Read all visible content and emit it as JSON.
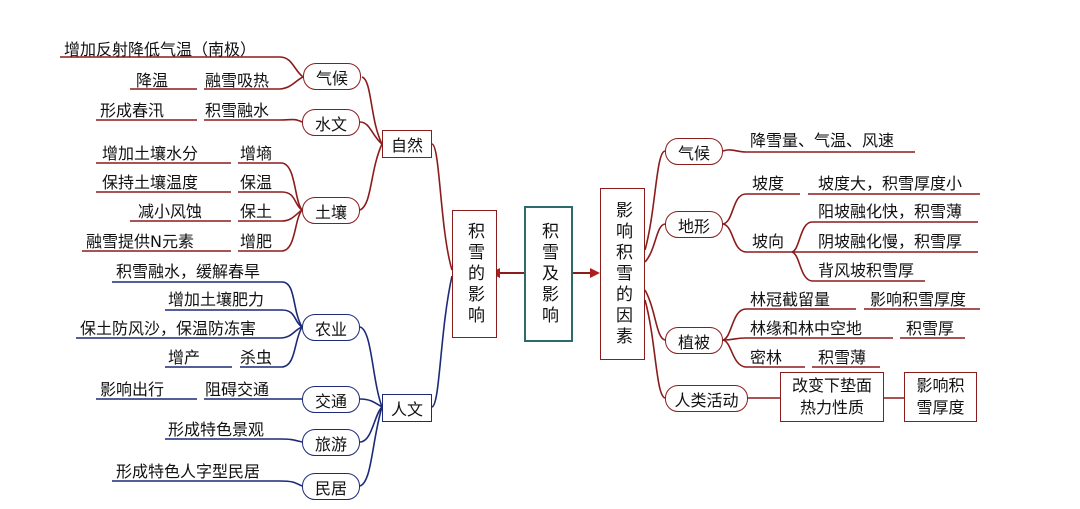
{
  "center": "积雪及影响",
  "left_main": "积雪的影响",
  "right_main": "影响积雪的因素",
  "nature": {
    "label": "自然",
    "climate": {
      "label": "气候",
      "items": [
        "增加反射降低气温（南极）",
        "降温",
        "融雪吸热"
      ]
    },
    "hydro": {
      "label": "水文",
      "items": [
        "形成春汛",
        "积雪融水"
      ]
    },
    "soil": {
      "label": "土壤",
      "items": [
        "增加土壤水分",
        "增墒",
        "保持土壤温度",
        "保温",
        "减小风蚀",
        "保土",
        "融雪提供N元素",
        "增肥"
      ]
    }
  },
  "human": {
    "label": "人文",
    "agri": {
      "label": "农业",
      "items": [
        "积雪融水，缓解春旱",
        "增加土壤肥力",
        "保土防风沙，保温防冻害",
        "增产",
        "杀虫"
      ]
    },
    "traffic": {
      "label": "交通",
      "items": [
        "影响出行",
        "阻碍交通"
      ]
    },
    "tour": {
      "label": "旅游",
      "items": [
        "形成特色景观"
      ]
    },
    "house": {
      "label": "民居",
      "items": [
        "形成特色人字型民居"
      ]
    }
  },
  "factors": {
    "climate": {
      "label": "气候",
      "items": [
        "降雪量、气温、风速"
      ]
    },
    "terrain": {
      "label": "地形",
      "slope": "坡度",
      "slope_item": "坡度大，积雪厚度小",
      "aspect": "坡向",
      "aspect_items": [
        "阳坡融化快，积雪薄",
        "阴坡融化慢，积雪厚",
        "背风坡积雪厚"
      ]
    },
    "veg": {
      "label": "植被",
      "items": [
        "林冠截留量",
        "影响积雪厚度",
        "林缘和林中空地",
        "积雪厚",
        "密林",
        "积雪薄"
      ]
    },
    "human": {
      "label": "人类活动",
      "change": "改变下垫面热力性质",
      "effect": "影响积雪厚度"
    }
  }
}
